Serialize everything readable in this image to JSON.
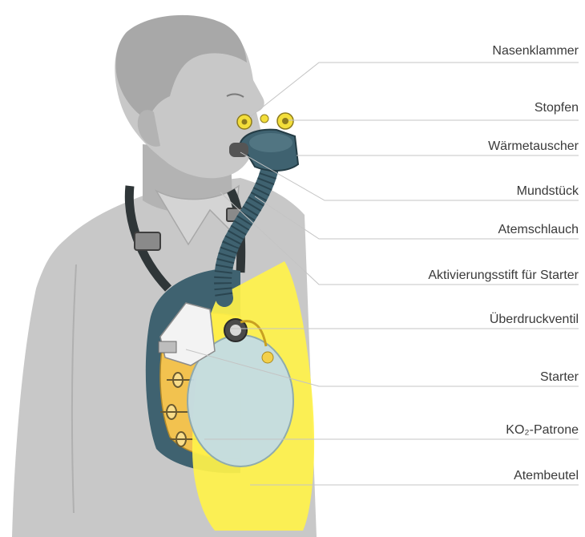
{
  "labels": [
    {
      "key": "nasenklammer",
      "text": "Nasenklammer"
    },
    {
      "key": "stopfen",
      "text": "Stopfen"
    },
    {
      "key": "waermetauscher",
      "text": "Wärmetauscher"
    },
    {
      "key": "mundstueck",
      "text": "Mundstück"
    },
    {
      "key": "atemschlauch",
      "text": "Atemschlauch"
    },
    {
      "key": "aktivierungsstift",
      "text": "Aktivierungsstift für Starter"
    },
    {
      "key": "ueberdruckventil",
      "text": "Überdruckventil"
    },
    {
      "key": "starter",
      "text": "Starter"
    },
    {
      "key": "ko2_patrone",
      "text": "KO₂-Patrone"
    },
    {
      "key": "atembeutel",
      "text": "Atembeutel"
    }
  ],
  "colors": {
    "body": "#c8c8c8",
    "body_shadow": "#b3b3b3",
    "hair": "#a8a8a8",
    "hose": "#3f6270",
    "bag": "#fff24a",
    "canister": "#f2c24f",
    "cartridge": "#c4dde5",
    "leader": "#c4c4c4",
    "text": "#3a3a3a"
  }
}
